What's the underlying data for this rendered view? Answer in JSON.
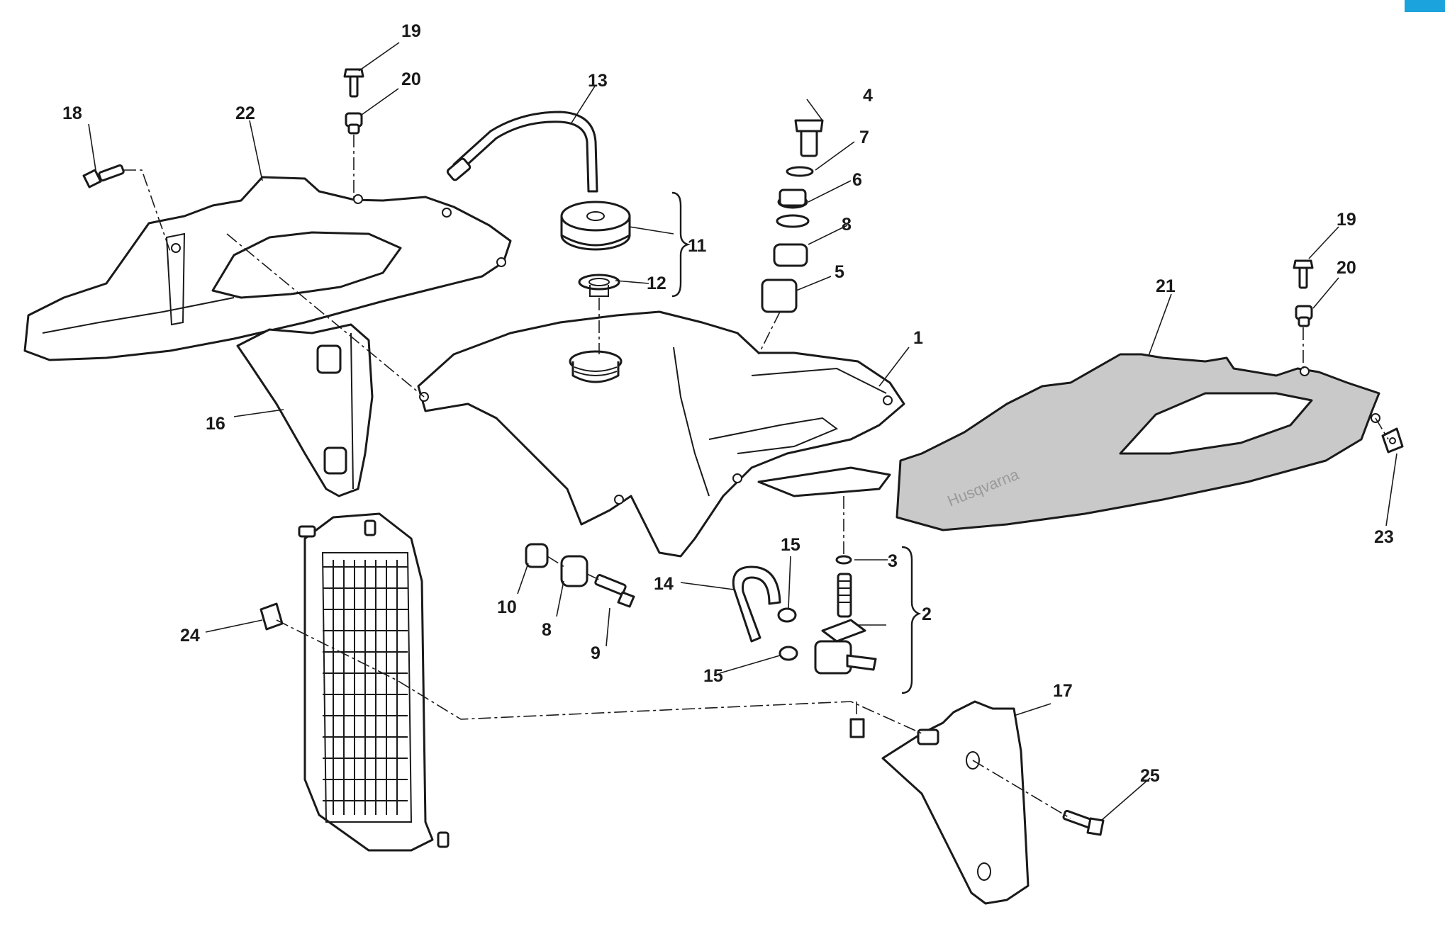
{
  "accent_color": "#1aa3dc",
  "brand_mark": "Husqvarna",
  "callouts": {
    "c1": "1",
    "c2": "2",
    "c3": "3",
    "c4": "4",
    "c5": "5",
    "c6": "6",
    "c7": "7",
    "c8a": "8",
    "c8b": "8",
    "c9": "9",
    "c10": "10",
    "c11": "11",
    "c12": "12",
    "c13": "13",
    "c14": "14",
    "c15a": "15",
    "c15b": "15",
    "c16": "16",
    "c17": "17",
    "c18": "18",
    "c19a": "19",
    "c19b": "19",
    "c20a": "20",
    "c20b": "20",
    "c21": "21",
    "c22": "22",
    "c23": "23",
    "c24": "24",
    "c25": "25"
  }
}
